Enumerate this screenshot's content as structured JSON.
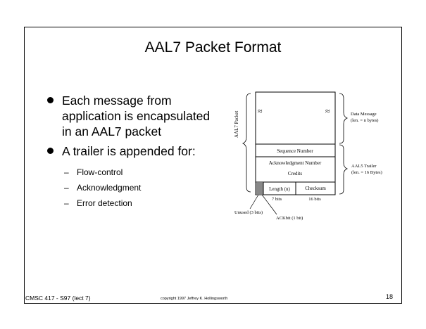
{
  "slide": {
    "title": "AAL7 Packet Format",
    "bullets": [
      "Each message from application is encapsulated in an AAL7 packet",
      "A trailer is appended for:"
    ],
    "subbullets": [
      "Flow-control",
      "Acknowledgment",
      "Error detection"
    ]
  },
  "diagram": {
    "left_label": "AAL7 Packet",
    "data_message_label": "Data Message",
    "data_message_size": "(len. = n bytes)",
    "sequence_number": "Sequence Number",
    "ack_number": "Acknowledgment Number",
    "credits": "Credits",
    "length": "Length (n)",
    "checksum": "Checksum",
    "length_bits": "7 bits",
    "checksum_bits": "16 bits",
    "trailer_label": "AAL5 Trailer",
    "trailer_size": "(len. = 16 Bytes)",
    "unused_label": "Unused (3 bits)",
    "ack_bit_label": "ACKbit (1 bit)",
    "break_mark": "≈"
  },
  "footer": {
    "course": "CMSC 417 - S97  (lect 7)",
    "copyright": "copyright 1997  Jeffrey K. Hollingsworth",
    "page": "18"
  }
}
